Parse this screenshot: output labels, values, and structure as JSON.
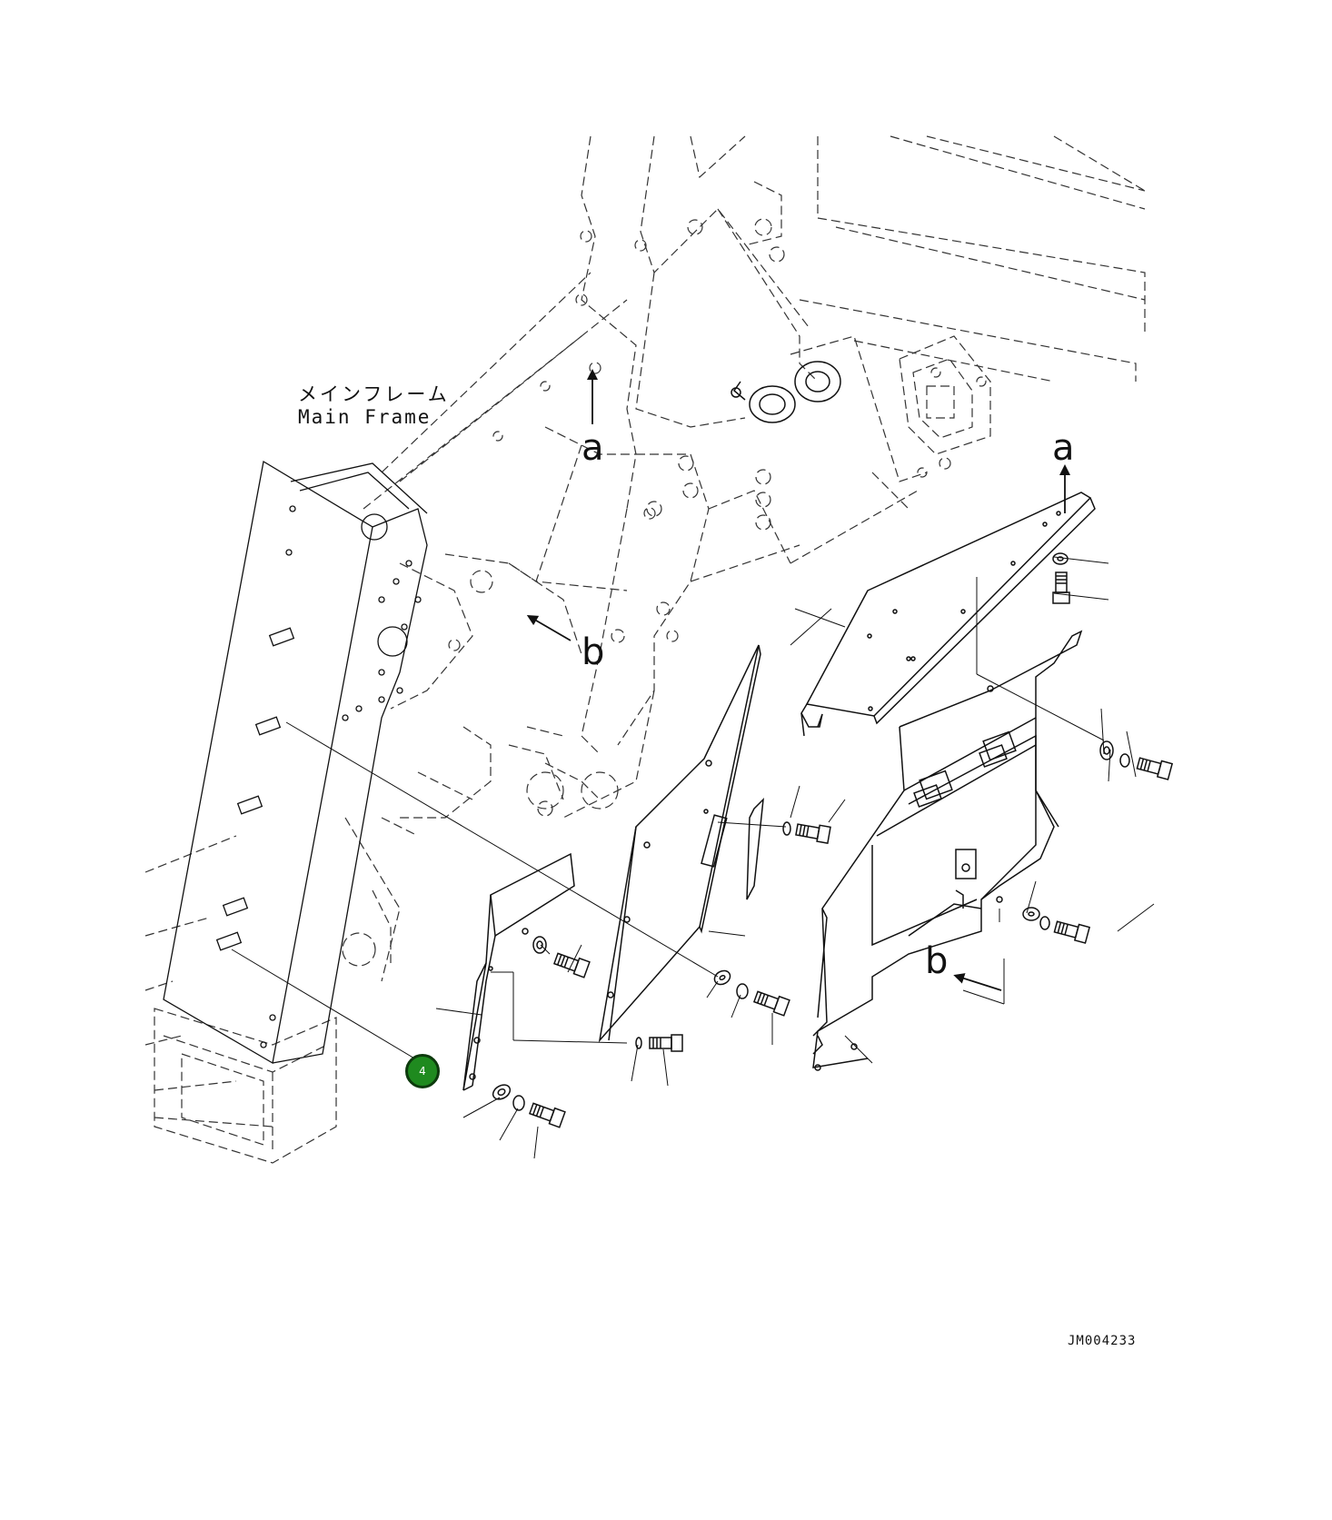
{
  "labels": {
    "main_frame_jp": "メインフレーム",
    "main_frame_en": "Main Frame",
    "view_a_top": "a",
    "view_a_right": "a",
    "view_b_left": "b",
    "view_b_right": "b",
    "drawing_code": "JM004233"
  },
  "callouts": [
    {
      "number": "4"
    }
  ],
  "colors": {
    "line": "#111111",
    "callout_fill": "#1f8a1f",
    "callout_border": "#0d3a0d"
  }
}
